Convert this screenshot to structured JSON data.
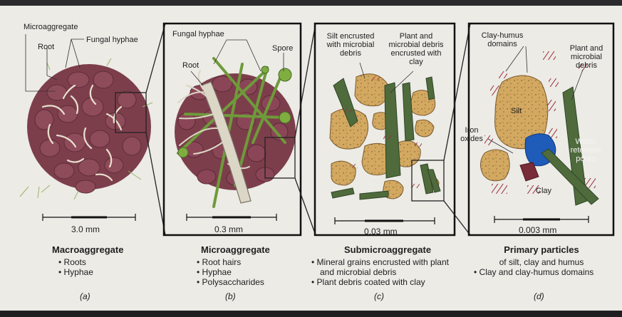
{
  "panels": {
    "a": {
      "labels": {
        "microaggregate": "Microaggregate",
        "root": "Root",
        "fungal_hyphae": "Fungal hyphae"
      },
      "scale": "3.0 mm",
      "title": "Macroaggregate",
      "items": [
        "Roots",
        "Hyphae"
      ],
      "letter": "(a)"
    },
    "b": {
      "labels": {
        "fungal_hyphae": "Fungal hyphae",
        "root": "Root",
        "spore": "Spore"
      },
      "scale": "0.3 mm",
      "title": "Microaggregate",
      "items": [
        "Root hairs",
        "Hyphae",
        "Polysaccharides"
      ],
      "letter": "(b)"
    },
    "c": {
      "labels": {
        "silt_line1": "Silt encrusted",
        "silt_line2": "with microbial",
        "silt_line3": "debris",
        "plant_line1": "Plant and",
        "plant_line2": "microbial debris",
        "plant_line3": "encrusted with",
        "plant_line4": "clay"
      },
      "scale": "0.03 mm",
      "title": "Submicroaggregate",
      "items": [
        "Mineral grains encrusted with plant and microbial debris",
        "Plant debris coated with clay"
      ],
      "item1_line1": "Mineral grains encrusted with plant",
      "item1_line2": "and microbial debris",
      "letter": "(c)"
    },
    "d": {
      "labels": {
        "clay_humus_line1": "Clay-humus",
        "clay_humus_line2": "domains",
        "plant_line1": "Plant and",
        "plant_line2": "microbial",
        "plant_line3": "debris",
        "silt": "Silt",
        "iron_line1": "Iron",
        "iron_line2": "oxides",
        "water_line1": "Water",
        "water_line2": "retention",
        "water_line3": "pores",
        "clay": "Clay"
      },
      "scale": "0.003 mm",
      "title": "Primary particles",
      "items": [
        "of silt, clay and humus",
        "Clay and clay-humus domains"
      ],
      "letter": "(d)"
    }
  }
}
